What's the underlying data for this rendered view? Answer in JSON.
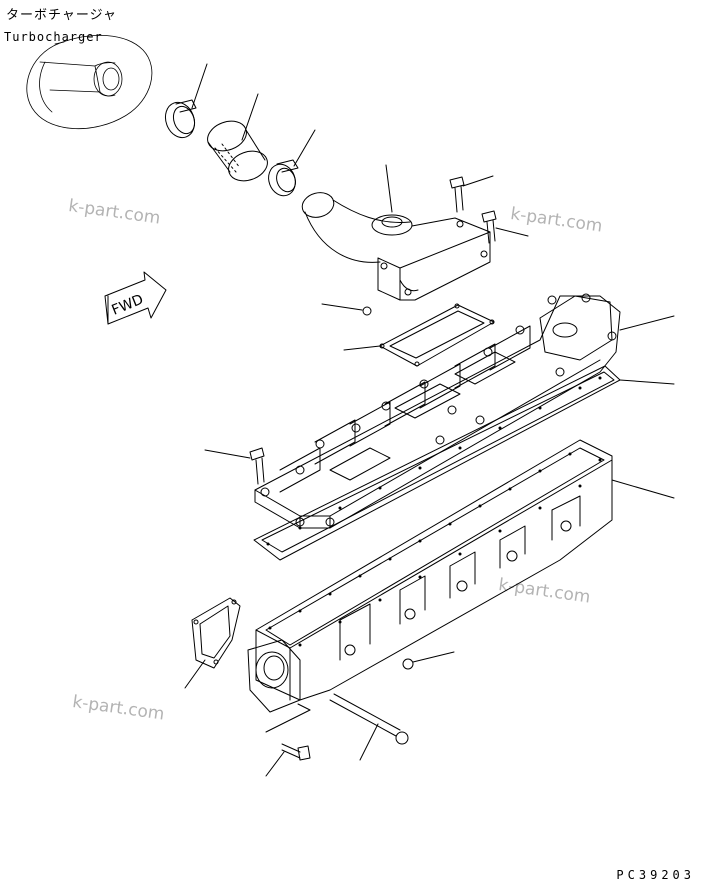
{
  "labels": {
    "turbo_jp": "ターボチャージャ",
    "turbo_en": "Turbocharger",
    "fwd": "FWD",
    "watermark": "k-part.com",
    "drawing_code": "PC39203"
  },
  "colors": {
    "line": "#000000",
    "watermark": "#9a9a9a"
  }
}
